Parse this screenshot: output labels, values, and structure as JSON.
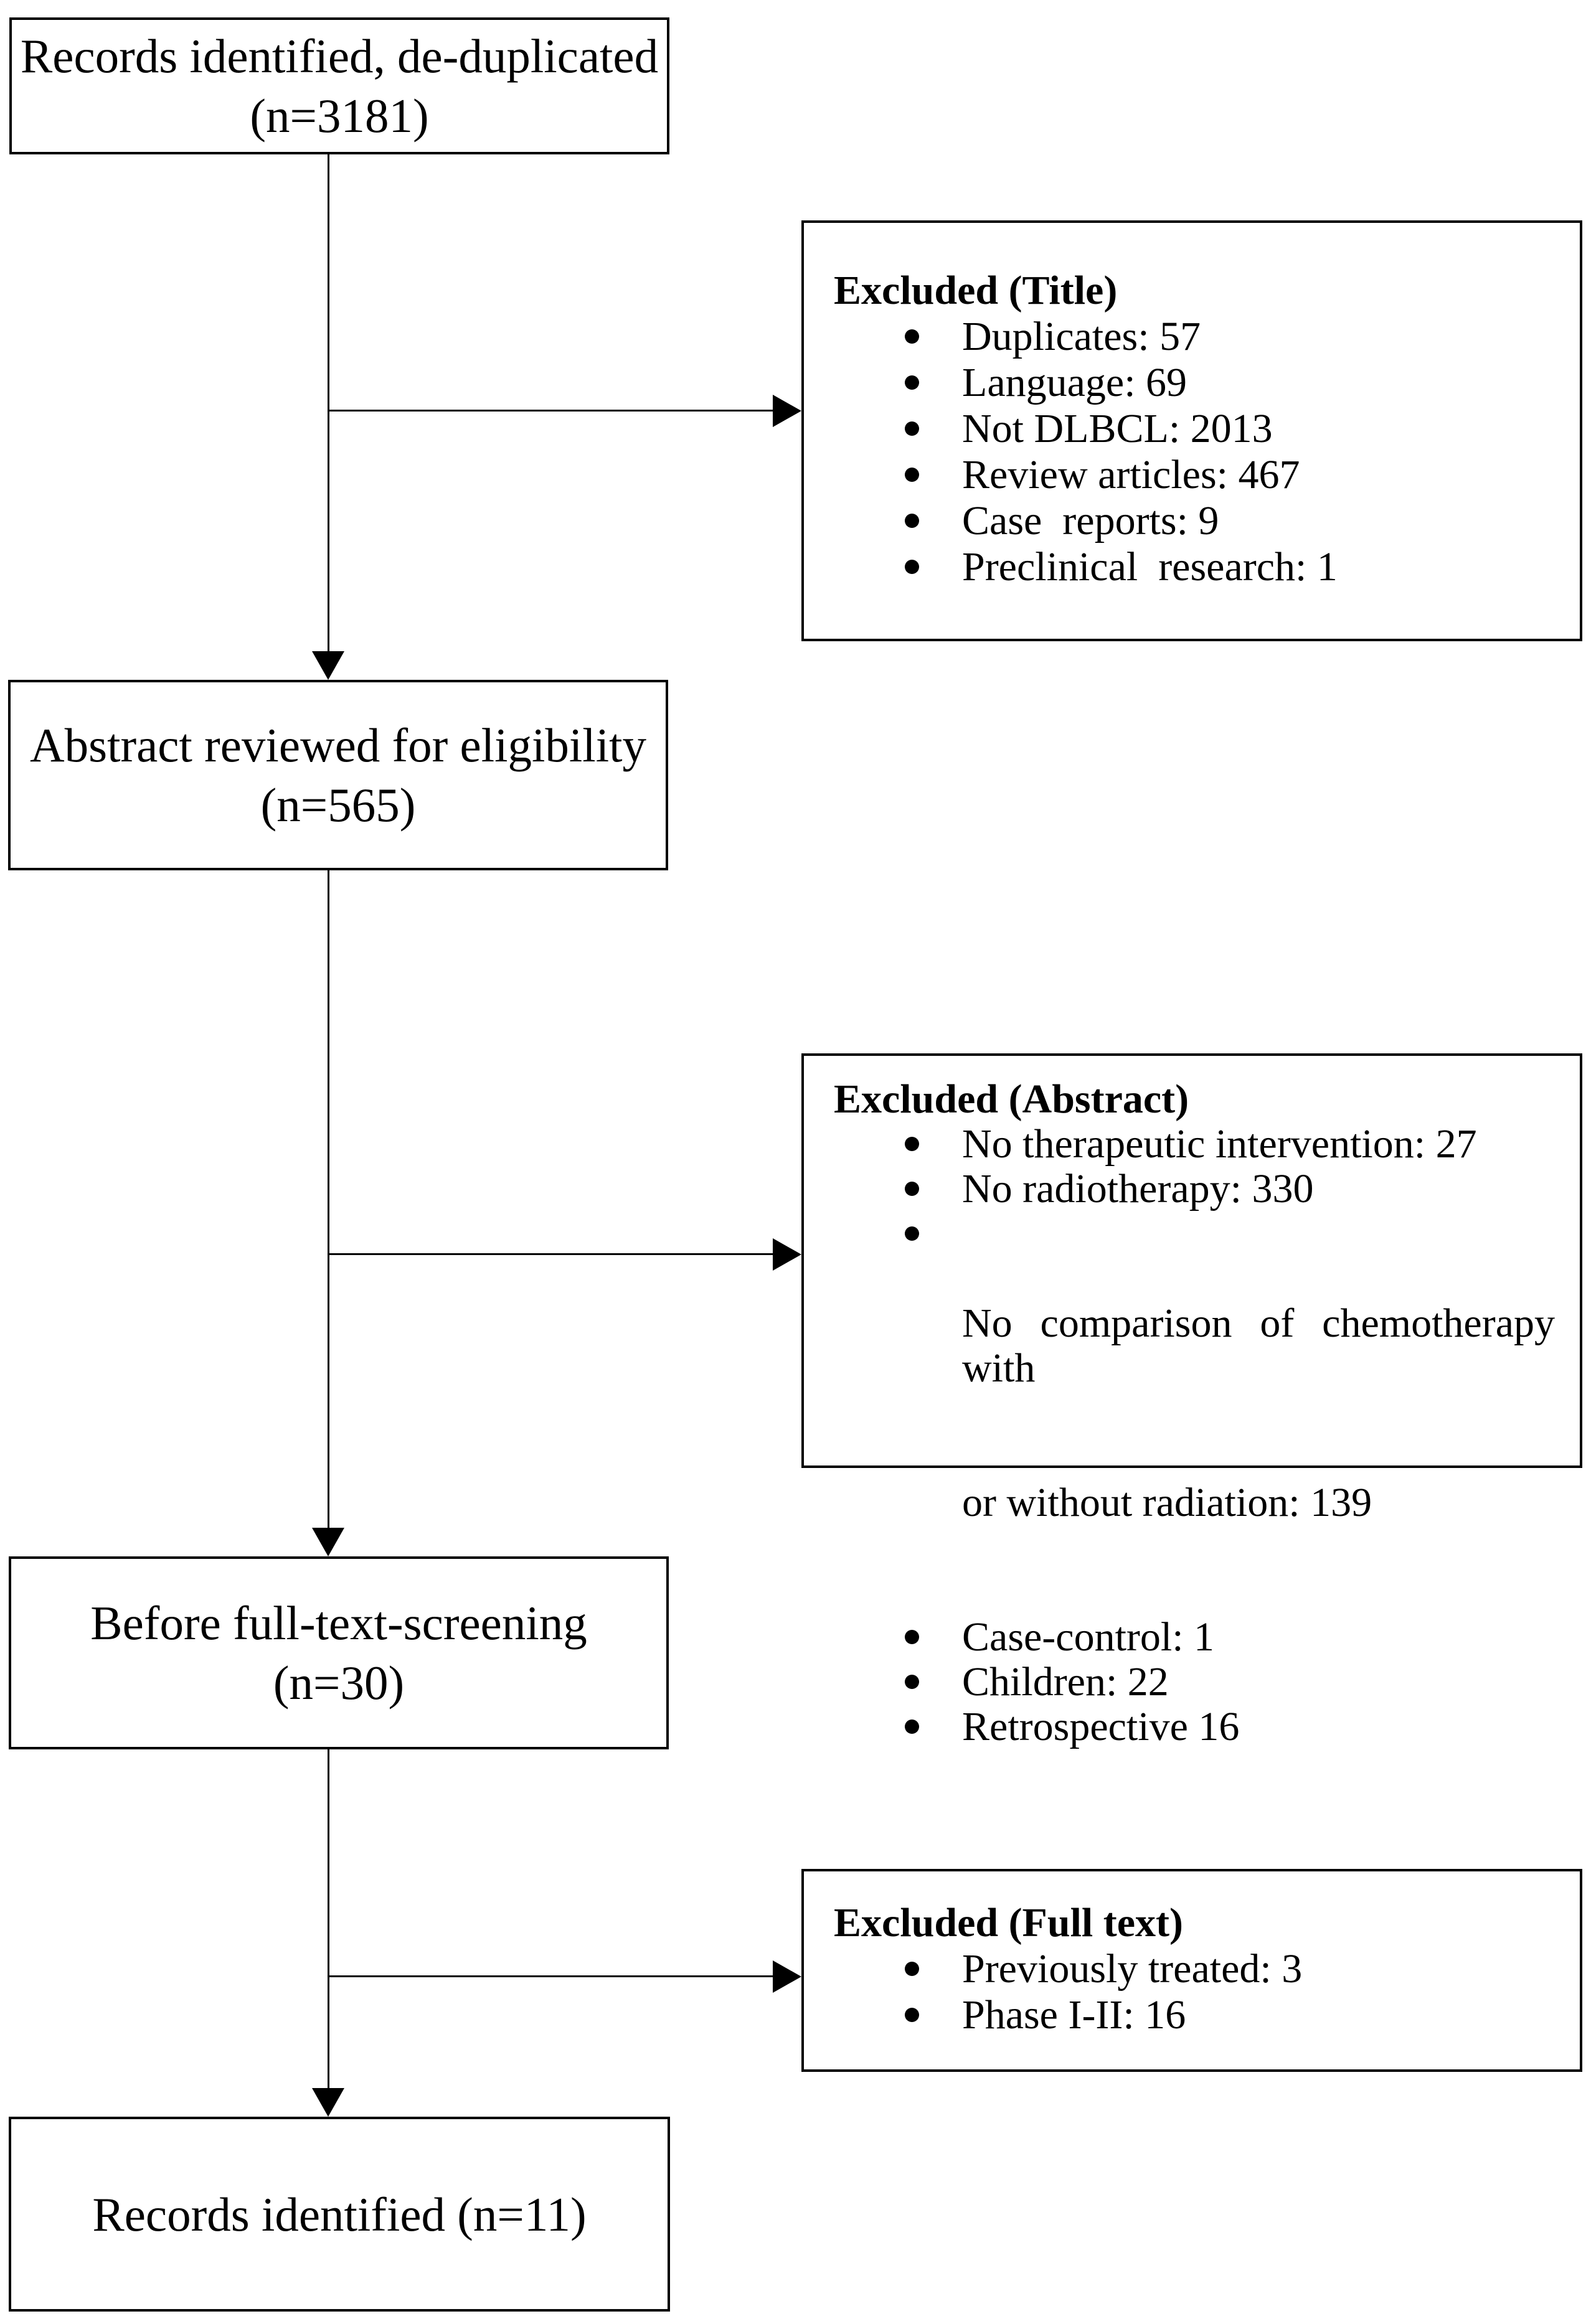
{
  "diagram": {
    "background": "#ffffff",
    "line_color": "#000000",
    "boxes": {
      "records_identified": {
        "line1": "Records identified, de-duplicated",
        "line2": "(n=3181)"
      },
      "abstract_reviewed": {
        "line1": "Abstract reviewed for eligibility",
        "line2": "(n=565)"
      },
      "before_fulltext": {
        "line1": "Before full-text-screening",
        "line2": "(n=30)"
      },
      "records_final": {
        "line1": "Records identified (n=11)"
      }
    },
    "exclusions": {
      "title_screen": {
        "title": "Excluded (Title)",
        "items": [
          "Duplicates: 57",
          "Language: 69",
          "Not DLBCL: 2013",
          "Review articles: 467",
          "Case  reports: 9",
          "Preclinical  research: 1"
        ]
      },
      "abstract_screen": {
        "title": "Excluded (Abstract)",
        "items": [
          "No therapeutic intervention: 27",
          "No radiotherapy: 330",
          {
            "line1": "No comparison of chemotherapy with",
            "line2": "or without radiation: 139"
          },
          "Case-control: 1",
          "Children: 22",
          "Retrospective 16"
        ]
      },
      "fulltext_screen": {
        "title": "Excluded (Full text)",
        "items": [
          "Previously treated: 3",
          "Phase I-II: 16"
        ]
      }
    }
  }
}
